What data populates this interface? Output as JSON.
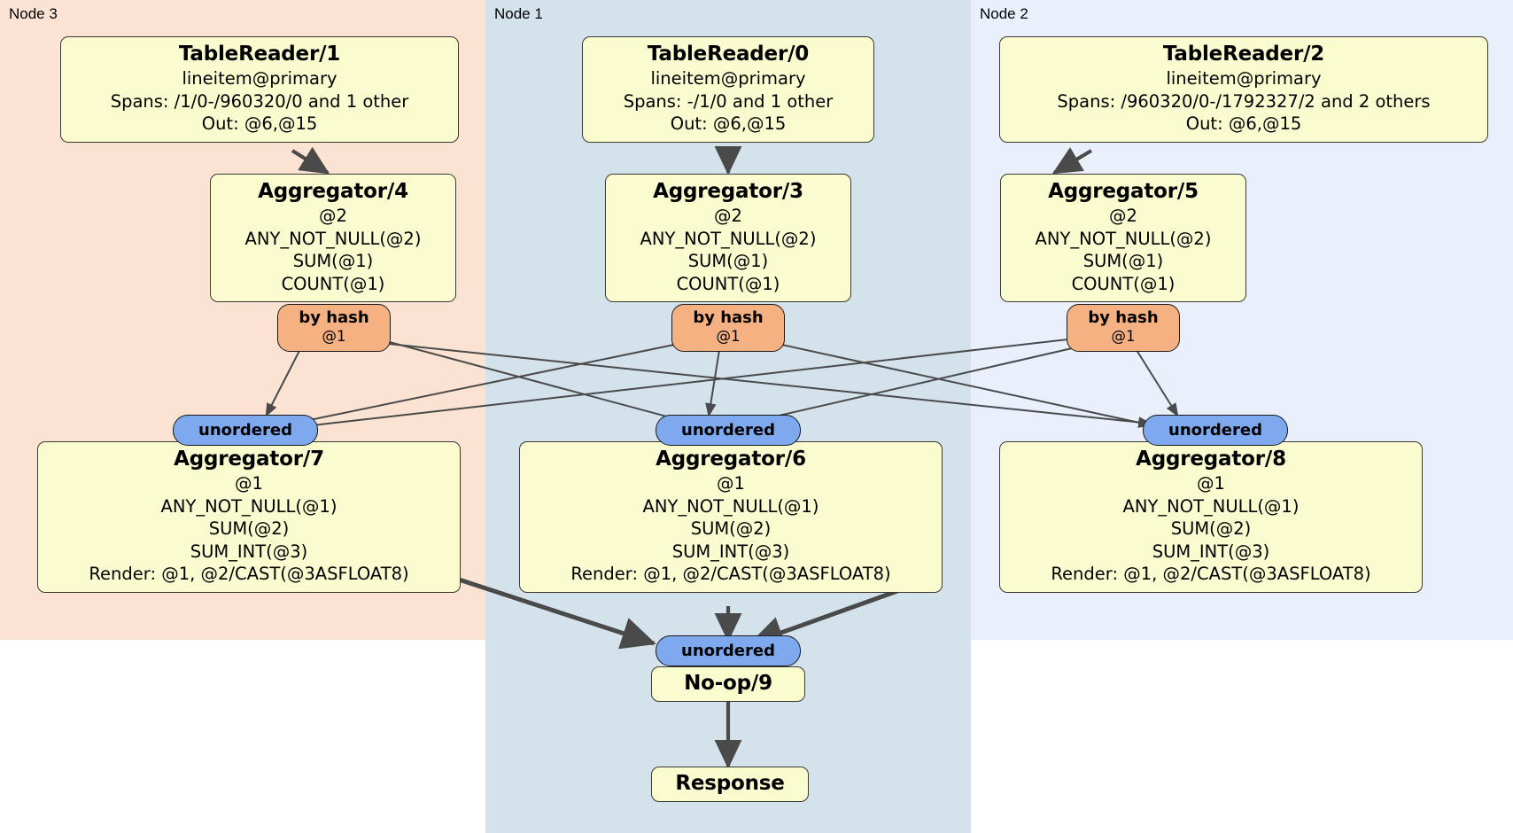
{
  "diagram": {
    "type": "distributed-query-plan",
    "colors": {
      "node3_panel": "#fbe3d4",
      "node1_panel": "#d4e2ec",
      "node2_panel": "#eaf0fb",
      "processor_box": "#fbfbd0",
      "hash_router": "#f6b183",
      "unordered_sync": "#7fa9ef",
      "edge": "#4a4a4a"
    },
    "panels": [
      {
        "id": "node3",
        "label": "Node 3"
      },
      {
        "id": "node1",
        "label": "Node 1"
      },
      {
        "id": "node2",
        "label": "Node 2"
      }
    ],
    "processors": {
      "tablereader_1": {
        "title": "TableReader/1",
        "lines": [
          "lineitem@primary",
          "Spans: /1/0-/960320/0 and 1 other",
          "Out: @6,@15"
        ]
      },
      "tablereader_0": {
        "title": "TableReader/0",
        "lines": [
          "lineitem@primary",
          "Spans: -/1/0 and 1 other",
          "Out: @6,@15"
        ]
      },
      "tablereader_2": {
        "title": "TableReader/2",
        "lines": [
          "lineitem@primary",
          "Spans: /960320/0-/1792327/2 and 2 others",
          "Out: @6,@15"
        ]
      },
      "aggregator_4": {
        "title": "Aggregator/4",
        "lines": [
          "@2",
          "ANY_NOT_NULL(@2)",
          "SUM(@1)",
          "COUNT(@1)"
        ]
      },
      "aggregator_3": {
        "title": "Aggregator/3",
        "lines": [
          "@2",
          "ANY_NOT_NULL(@2)",
          "SUM(@1)",
          "COUNT(@1)"
        ]
      },
      "aggregator_5": {
        "title": "Aggregator/5",
        "lines": [
          "@2",
          "ANY_NOT_NULL(@2)",
          "SUM(@1)",
          "COUNT(@1)"
        ]
      },
      "aggregator_7": {
        "title": "Aggregator/7",
        "lines": [
          "@1",
          "ANY_NOT_NULL(@1)",
          "SUM(@2)",
          "SUM_INT(@3)",
          "Render: @1, @2/CAST(@3ASFLOAT8)"
        ]
      },
      "aggregator_6": {
        "title": "Aggregator/6",
        "lines": [
          "@1",
          "ANY_NOT_NULL(@1)",
          "SUM(@2)",
          "SUM_INT(@3)",
          "Render: @1, @2/CAST(@3ASFLOAT8)"
        ]
      },
      "aggregator_8": {
        "title": "Aggregator/8",
        "lines": [
          "@1",
          "ANY_NOT_NULL(@1)",
          "SUM(@2)",
          "SUM_INT(@3)",
          "Render: @1, @2/CAST(@3ASFLOAT8)"
        ]
      },
      "noop_9": {
        "title": "No-op/9"
      },
      "response": {
        "title": "Response"
      }
    },
    "routers": {
      "hash_left": {
        "label": "by hash",
        "sub": "@1"
      },
      "hash_center": {
        "label": "by hash",
        "sub": "@1"
      },
      "hash_right": {
        "label": "by hash",
        "sub": "@1"
      }
    },
    "synchronizers": {
      "unordered_left": {
        "label": "unordered"
      },
      "unordered_center": {
        "label": "unordered"
      },
      "unordered_right": {
        "label": "unordered"
      },
      "unordered_final": {
        "label": "unordered"
      }
    }
  }
}
